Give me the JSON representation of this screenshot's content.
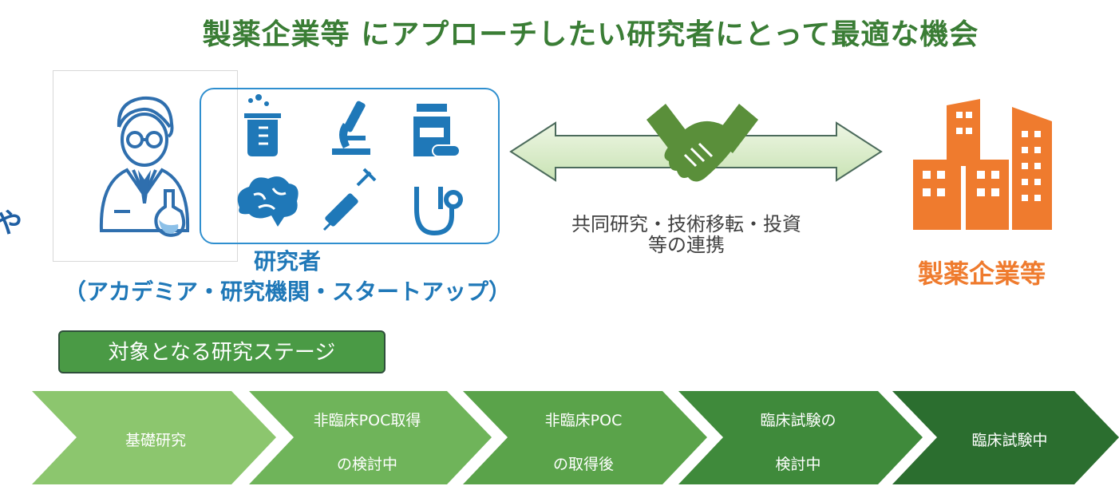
{
  "title": "製薬企業等 にアプローチしたい研究者にとって最適な機会",
  "cutoff_char": "や",
  "researcher": {
    "label": "研究者",
    "subtitle": "（アカデミア・研究機関・スタートアップ）"
  },
  "collaboration": {
    "line1": "共同研究・技術移転・投資",
    "line2": "等の連携"
  },
  "company": {
    "label": "製薬企業等"
  },
  "stage_header": "対象となる研究ステージ",
  "stages": [
    {
      "line1": "基礎研究",
      "line2": ""
    },
    {
      "line1": "非臨床POC取得",
      "line2": "の検討中"
    },
    {
      "line1": "非臨床POC",
      "line2": "の取得後"
    },
    {
      "line1": "臨床試験の",
      "line2": "検討中"
    },
    {
      "line1": "臨床試験中",
      "line2": ""
    }
  ],
  "colors": {
    "title_green": "#3a7d35",
    "researcher_blue": "#1f78b8",
    "company_orange": "#ef7b2e",
    "stage_colors": [
      "#8cc66e",
      "#6fb45a",
      "#5aa34a",
      "#3f8a3b",
      "#2b6e2f"
    ]
  }
}
